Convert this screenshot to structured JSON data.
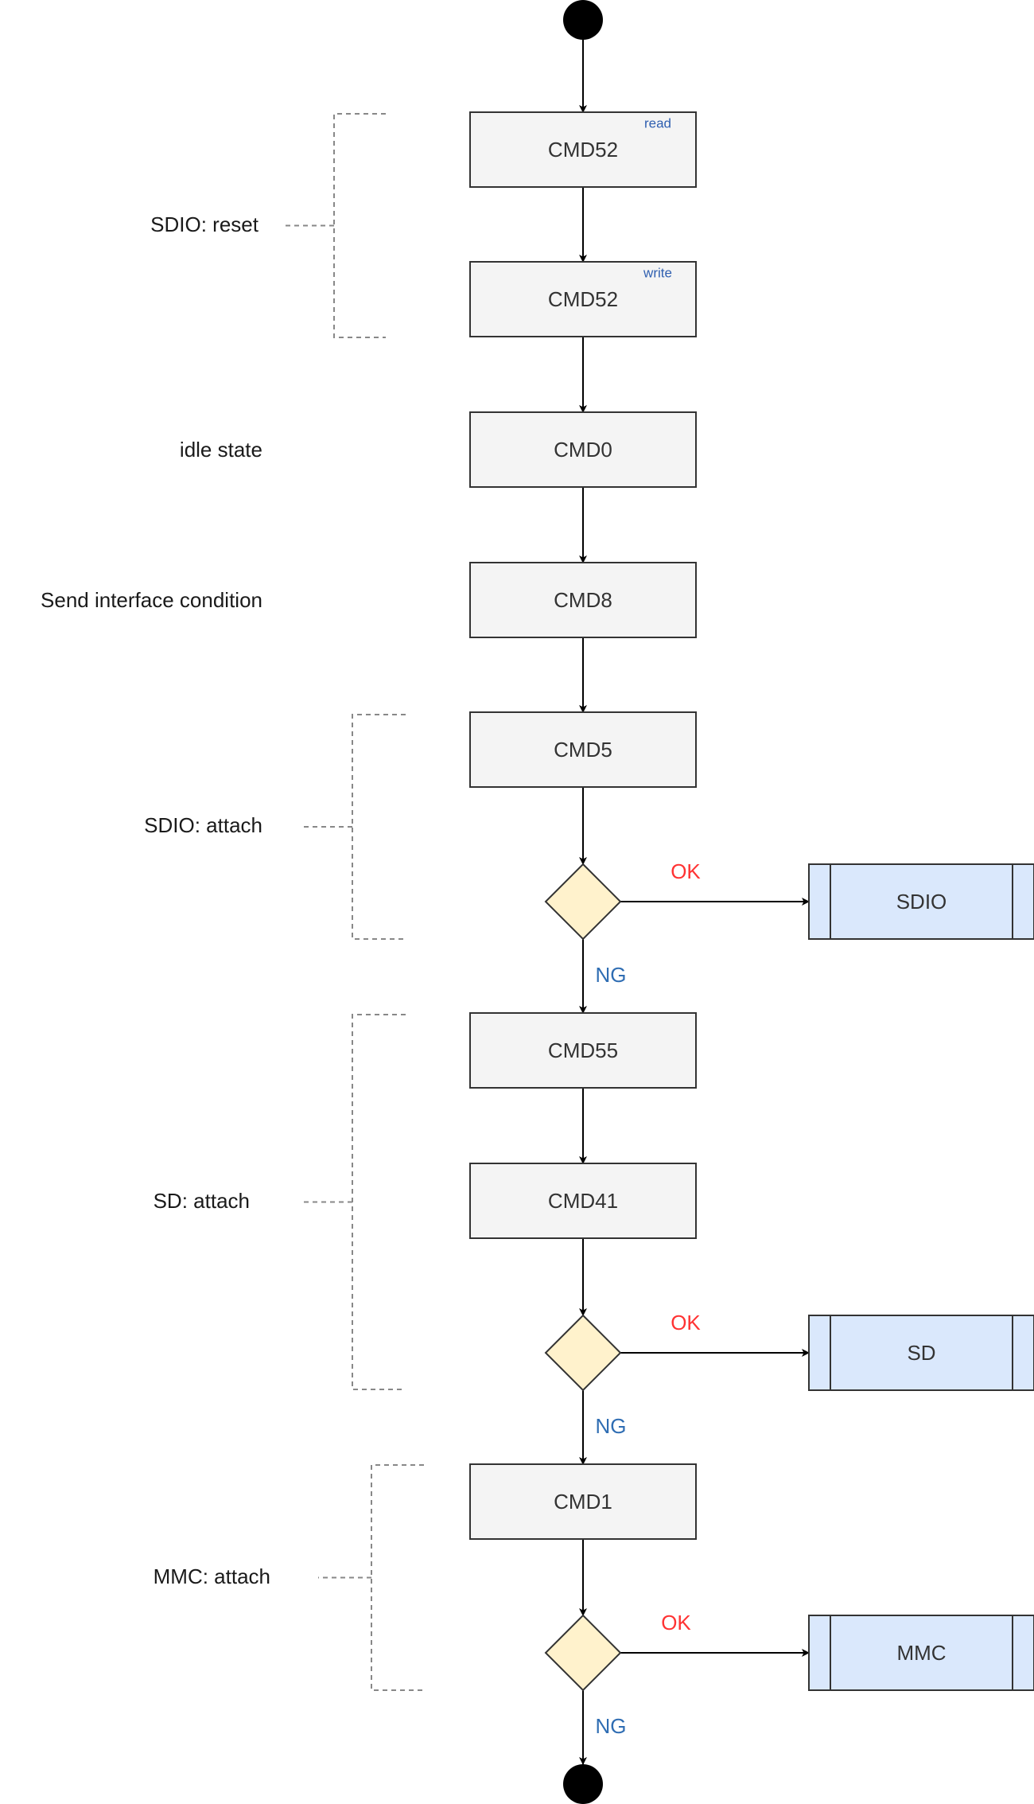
{
  "colors": {
    "process_fill": "#f4f4f4",
    "process_stroke": "#333333",
    "decision_fill": "#fff2cc",
    "subprocess_fill": "#dae8fc",
    "ok_label": "#ff3333",
    "ng_label": "#2f6db3",
    "tag_label": "#2f5fb0",
    "bracket": "#888888"
  },
  "steps": [
    {
      "id": "cmd52-read",
      "label": "CMD52",
      "tag": "read"
    },
    {
      "id": "cmd52-write",
      "label": "CMD52",
      "tag": "write"
    },
    {
      "id": "cmd0",
      "label": "CMD0"
    },
    {
      "id": "cmd8",
      "label": "CMD8"
    },
    {
      "id": "cmd5",
      "label": "CMD5"
    },
    {
      "id": "cmd55",
      "label": "CMD55"
    },
    {
      "id": "cmd41",
      "label": "CMD41"
    },
    {
      "id": "cmd1",
      "label": "CMD1"
    }
  ],
  "decisions": [
    {
      "id": "sdio",
      "ok_label": "OK",
      "ng_label": "NG",
      "result": "SDIO"
    },
    {
      "id": "sd",
      "ok_label": "OK",
      "ng_label": "NG",
      "result": "SD"
    },
    {
      "id": "mmc",
      "ok_label": "OK",
      "ng_label": "NG",
      "result": "MMC"
    }
  ],
  "annotations": [
    {
      "id": "sdio-reset",
      "label": "SDIO: reset",
      "bracket": true
    },
    {
      "id": "idle-state",
      "label": "idle state",
      "bracket": false
    },
    {
      "id": "send-interface-condition",
      "label": "Send interface condition",
      "bracket": false
    },
    {
      "id": "sdio-attach",
      "label": "SDIO: attach",
      "bracket": true
    },
    {
      "id": "sd-attach",
      "label": "SD: attach",
      "bracket": true
    },
    {
      "id": "mmc-attach",
      "label": "MMC: attach",
      "bracket": true
    }
  ]
}
